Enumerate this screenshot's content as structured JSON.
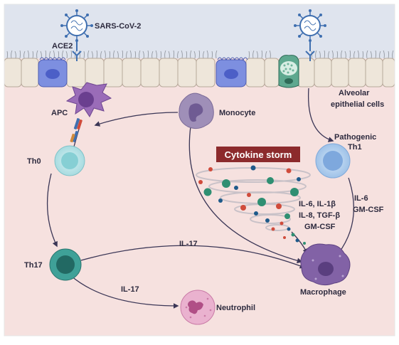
{
  "labels": {
    "virus1": "SARS-CoV-2",
    "ace2": "ACE2",
    "apc": "APC",
    "monocyte": "Monocyte",
    "alveolar_1": "Alveolar",
    "alveolar_2": "epithelial cells",
    "pathogenic_1": "Pathogenic",
    "pathogenic_2": "Th1",
    "th0": "Th0",
    "th17": "Th17",
    "neutrophil": "Neutrophil",
    "macrophage": "Macrophage",
    "il17_upper": "IL-17",
    "il17_lower": "IL-17",
    "storm_title": "Cytokine storm",
    "storm_cytokines_1": "IL-6, IL-1β",
    "storm_cytokines_2": "IL-8, TGF-β",
    "storm_cytokines_3": "GM-CSF",
    "th1_cytokines_1": "IL-6",
    "th1_cytokines_2": "GM-CSF"
  },
  "colors": {
    "tissue_bg": "#f6e1df",
    "sky_bg": "#dfe4ee",
    "epithelium": "#eee6da",
    "apc": "#9a6cb8",
    "monocyte": "#9f8fb8",
    "th0": "#aedfe3",
    "th17": "#2f8f86",
    "th1": "#a9c8ea",
    "neutrophil": "#e6a2c6",
    "macrophage": "#8262a6",
    "storm_box": "#8c2a2c",
    "arrow": "#3b3656",
    "virus": "#3f6fb0"
  },
  "icons": [
    "virus-icon",
    "ace2-receptor-icon",
    "apc-cell-icon",
    "monocyte-cell-icon",
    "t-cell-icon",
    "neutrophil-cell-icon",
    "macrophage-cell-icon",
    "cytokine-swirl-icon",
    "infected-cell-icon"
  ]
}
